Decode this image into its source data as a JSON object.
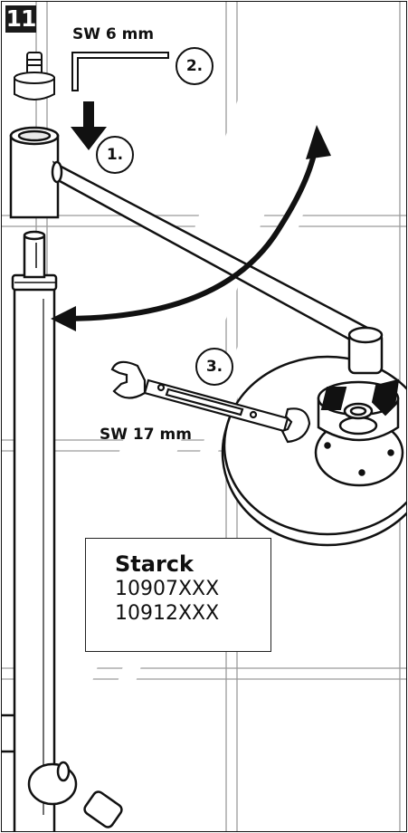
{
  "step_number": "11",
  "tool_hex_key_label": "SW 6 mm",
  "tool_wrench_label": "SW 17 mm",
  "callouts": [
    "1.",
    "2.",
    "3."
  ],
  "model": {
    "brand": "Starck",
    "codes": [
      "10907XXX",
      "10912XXX"
    ]
  },
  "icons": [
    "hex-key-icon",
    "wrench-icon",
    "screw-icon",
    "push-arrow-icon",
    "rotate-arrow-icon"
  ]
}
